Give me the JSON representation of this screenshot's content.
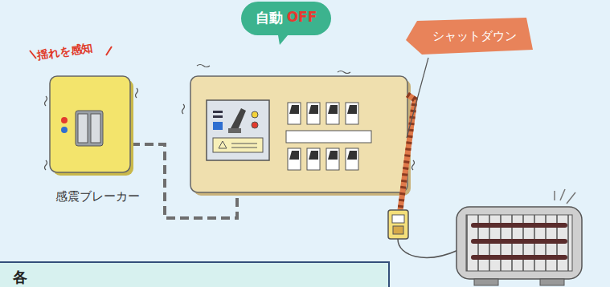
{
  "diagram": {
    "nodes": [
      {
        "text": [
          "感震ブレーカー"
        ]
      },
      {
        "text": [
          "自動",
          "OFF"
        ]
      },
      {
        "text": [
          "シャットダウン"
        ]
      },
      {
        "text": [
          "各"
        ]
      }
    ],
    "labels": [
      "揺れを感知"
    ]
  }
}
